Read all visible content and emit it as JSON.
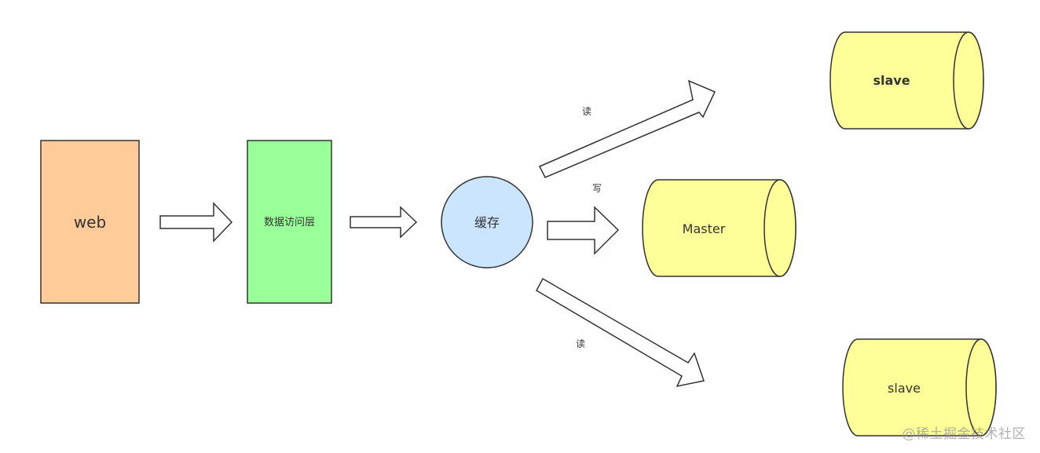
{
  "nodes": {
    "web": {
      "label": "web",
      "fill": "#ffcc99"
    },
    "data_access": {
      "label": "数据访问层",
      "fill": "#99ff99"
    },
    "cache": {
      "label": "缓存",
      "fill": "#cce5ff"
    },
    "master": {
      "label": "Master",
      "fill": "#ffff99"
    },
    "slave_top": {
      "label": "slave",
      "fill": "#ffff99"
    },
    "slave_bottom": {
      "label": "slave",
      "fill": "#ffff99"
    }
  },
  "edges": {
    "read_top": {
      "label": "读"
    },
    "write": {
      "label": "写"
    },
    "read_bottom": {
      "label": "读"
    }
  },
  "stroke_color": "#333333",
  "watermark": "@稀土掘金技术社区"
}
